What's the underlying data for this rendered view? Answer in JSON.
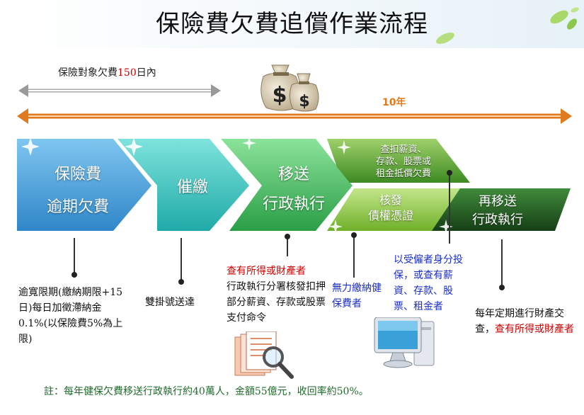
{
  "title": "保險費欠費追償作業流程",
  "timeline": {
    "short_label_prefix": "保險對象欠費",
    "short_label_number": "150",
    "short_label_suffix": "日內",
    "long_label": "10年"
  },
  "stages": {
    "s1_line1": "保險費",
    "s1_line2": "逾期欠費",
    "s2": "催繳",
    "s3_line1": "移送",
    "s3_line2": "行政執行",
    "s4_line1": "查扣薪資、",
    "s4_line2": "存款、股票或",
    "s4_line3": "租金抵償欠費",
    "s5_line1": "核發",
    "s5_line2": "債權憑證",
    "s6_line1": "再移送",
    "s6_line2": "行政執行"
  },
  "descriptions": {
    "d1": "逾寬限期(繳納期限+15日)每日加徵滯納金0.1%(以保險費5%為上限)",
    "d2": "雙掛號送達",
    "d3_red": "查有所得或財產者",
    "d3_rest": "行政執行分署核發扣押部分薪資、存款或股票支付命令",
    "d4": "無力繳納健保費者",
    "d5": "以受僱者身分投保，或查有薪資、存款、股票、租金者",
    "d6_black": "每年定期進行財產交查，",
    "d6_red": "查有所得或財產者"
  },
  "note": "註：每年健保欠費移送行政執行約40萬人，金額55億元，收回率約50%。",
  "colors": {
    "stage1": "#3e9bd8",
    "stage2": "#2ec3c0",
    "stage3": "#3db85a",
    "stage4": "#4a9a2c",
    "stage5": "#88c53a",
    "stage6": "#1f5c1e",
    "red_text": "#cc0000",
    "blue_text": "#1a2fc7",
    "orange_arrow": "#e07a1f",
    "note_text": "#1f6b2c"
  },
  "icons": [
    "leaf-icon",
    "money-bags-icon",
    "documents-magnifier-icon",
    "computer-icon"
  ]
}
